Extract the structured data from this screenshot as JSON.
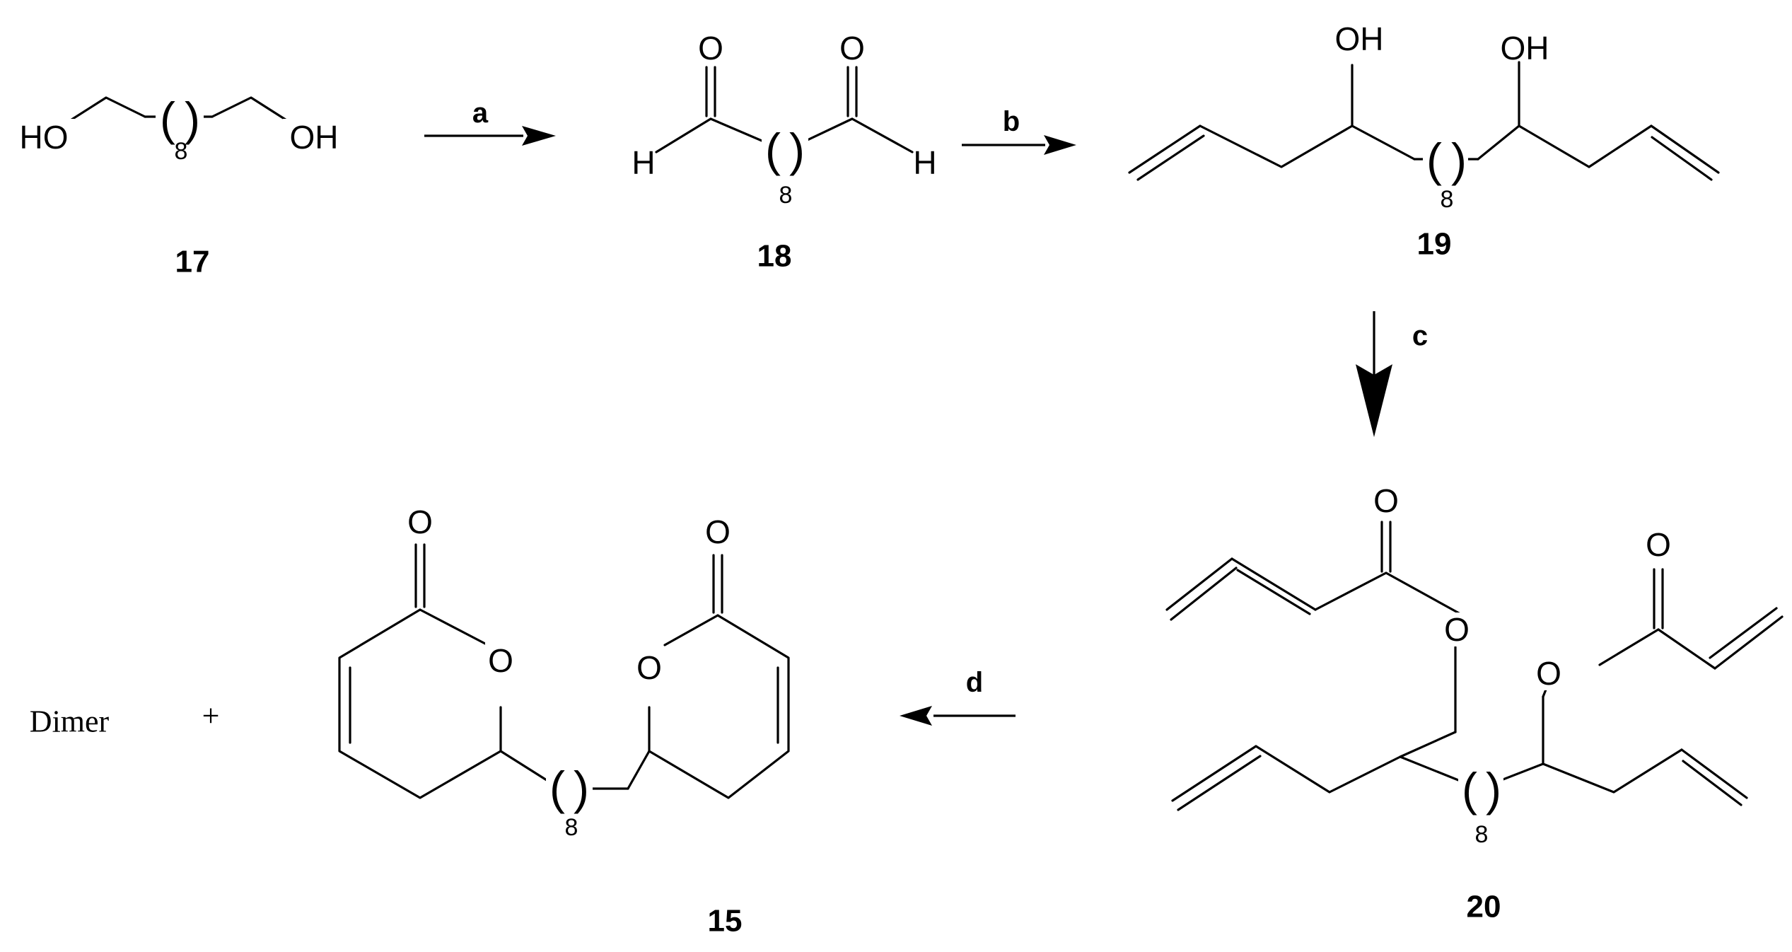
{
  "compounds": {
    "c17": {
      "label": "17",
      "atom_left": "HO",
      "atom_right": "OH",
      "repeat": "8"
    },
    "c18": {
      "label": "18",
      "o_left": "O",
      "o_right": "O",
      "h_left": "H",
      "h_right": "H",
      "repeat": "8"
    },
    "c19": {
      "label": "19",
      "oh_left": "OH",
      "oh_right": "OH",
      "repeat": "8"
    },
    "c20": {
      "label": "20",
      "o_carbonyl_left": "O",
      "o_carbonyl_right": "O",
      "o_ester_left": "O",
      "o_ester_right": "O",
      "repeat": "8"
    },
    "c15": {
      "label": "15",
      "o_carbonyl_left": "O",
      "o_carbonyl_right": "O",
      "o_ring_left": "O",
      "o_ring_right": "O",
      "repeat": "8"
    }
  },
  "steps": {
    "a": "a",
    "b": "b",
    "c": "c",
    "d": "d"
  },
  "byproduct": {
    "text": "Dimer",
    "plus": "+"
  }
}
